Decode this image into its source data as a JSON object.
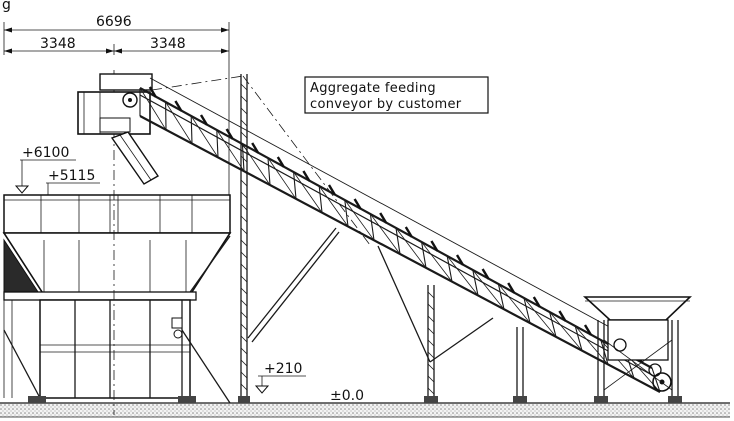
{
  "corner_mark": "g",
  "dimensions": {
    "overall_width": "6696",
    "left_half": "3348",
    "right_half": "3348"
  },
  "elevations": {
    "top_level": "+6100",
    "hopper_level": "+5115",
    "conveyor_base": "+210",
    "ground": "±0.0"
  },
  "callout": {
    "line1": "Aggregate feeding",
    "line2": "conveyor by customer"
  }
}
